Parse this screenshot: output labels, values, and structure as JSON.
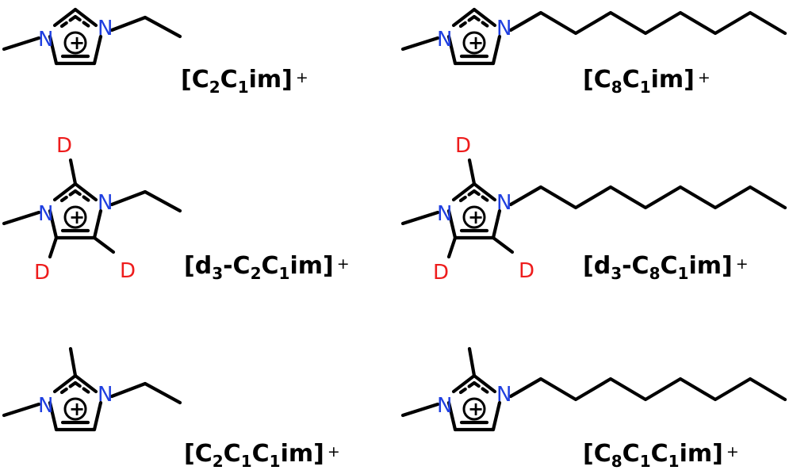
{
  "atoms": {
    "nitrogen": "N",
    "deuterium": "D",
    "charge": "+"
  },
  "labels": {
    "c2c1im": {
      "t1": "[C",
      "s1": "2",
      "t2": "C",
      "s2": "1",
      "t3": "im]",
      "sup": "+"
    },
    "c8c1im": {
      "t1": "[C",
      "s1": "8",
      "t2": "C",
      "s2": "1",
      "t3": "im]",
      "sup": "+"
    },
    "d3c2c1im": {
      "t1": "[d",
      "s1": "3",
      "t2": "-C",
      "s2": "2",
      "t3": "C",
      "s3": "1",
      "t4": "im]",
      "sup": "+"
    },
    "d3c8c1im": {
      "t1": "[d",
      "s1": "3",
      "t2": "-C",
      "s2": "8",
      "t3": "C",
      "s3": "1",
      "t4": "im]",
      "sup": "+"
    },
    "c2c1c1im": {
      "t1": "[C",
      "s1": "2",
      "t2": "C",
      "s2": "1",
      "t3": "C",
      "s3": "1",
      "t4": "im]",
      "sup": "+"
    },
    "c8c1c1im": {
      "t1": "[C",
      "s1": "8",
      "t2": "C",
      "s2": "1",
      "t3": "C",
      "s3": "1",
      "t4": "im]",
      "sup": "+"
    }
  },
  "colors": {
    "nitrogen": "#1f3fe0",
    "deuterium": "#ee1c1c",
    "bond": "#000000"
  }
}
